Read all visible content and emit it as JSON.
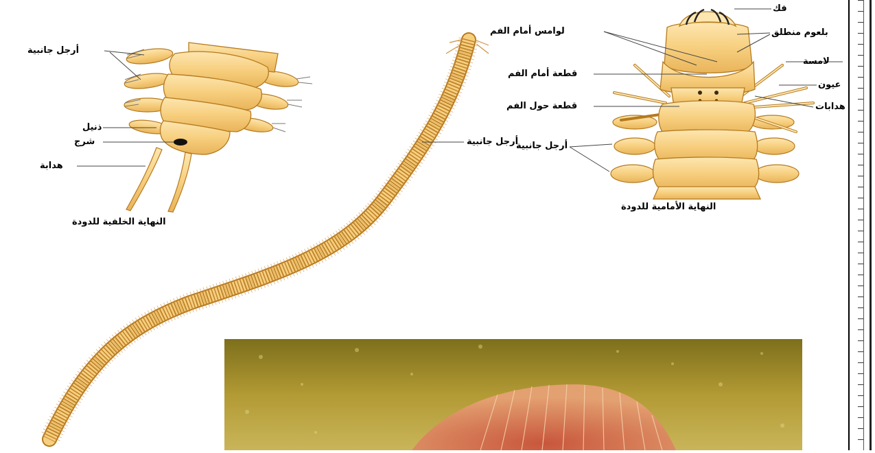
{
  "posterior": {
    "labels": {
      "parapodia": "أرجل جانبية",
      "pygidium": "ذنيل",
      "anus": "شرج",
      "cirrus": "هدابة"
    },
    "caption": "النهاية الخلفية للدودة"
  },
  "anterior": {
    "labels": {
      "jaw": "فك",
      "tentacles": "لوامس أمام الفم",
      "pharynx": "بلعوم منطلق",
      "palps": "لامسة",
      "prostomium": "قطعة أمام الفم",
      "eyes": "عيون",
      "peristomium": "قطعة حول الفم",
      "cirri": "هدابات",
      "parapodia": "أرجل جانبية"
    },
    "caption": "النهاية الأمامية للدودة"
  },
  "whole_worm": {
    "parapodia_label": "أرجل جانبية"
  },
  "colors": {
    "segment": "#f7cf7f",
    "segment_light": "#fde6b0",
    "outline": "#b57a1e",
    "photo_bg": "#a8902a",
    "worm_photo": "#d0704a"
  }
}
